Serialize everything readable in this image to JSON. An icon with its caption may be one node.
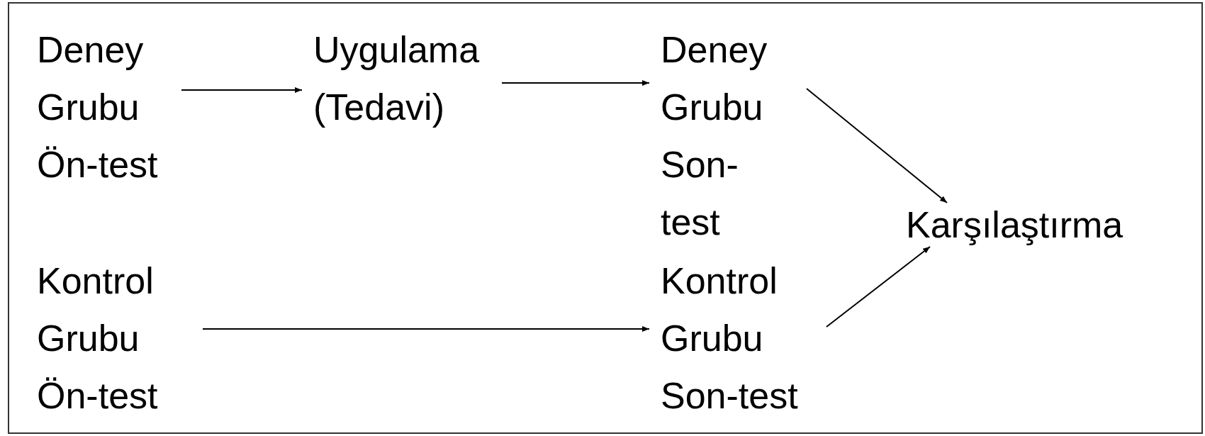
{
  "diagram": {
    "nodes": [
      {
        "text": [
          "Deney Grubu Ön-test"
        ]
      },
      {
        "text": [
          "Uygulama (Tedavi)"
        ]
      },
      {
        "text": [
          "Deney Grubu Son-test"
        ]
      },
      {
        "text": [
          "Karşılaştırma"
        ]
      },
      {
        "text": [
          "Kontrol Grubu Ön-test"
        ]
      },
      {
        "text": [
          "Kontrol Grubu Son-test"
        ]
      }
    ],
    "edges": [
      {
        "from": 0,
        "to": 1,
        "arrow": "to"
      },
      {
        "from": 1,
        "to": 2,
        "arrow": "to"
      },
      {
        "from": 2,
        "to": 3,
        "arrow": "to"
      },
      {
        "from": 4,
        "to": 5,
        "arrow": "to"
      },
      {
        "from": 5,
        "to": 3,
        "arrow": "to"
      }
    ]
  }
}
